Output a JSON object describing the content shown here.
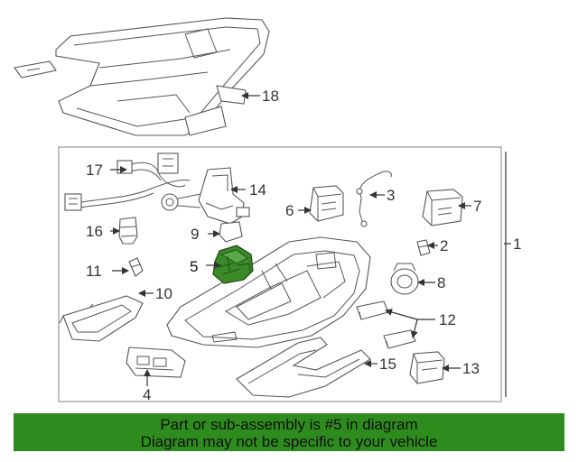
{
  "diagram": {
    "highlight_color": "#3a8a2a",
    "labels": {
      "p1": "1",
      "p2": "2",
      "p3": "3",
      "p4": "4",
      "p5": "5",
      "p6": "6",
      "p7": "7",
      "p8": "8",
      "p9": "9",
      "p10": "10",
      "p11": "11",
      "p12": "12",
      "p13": "13",
      "p14": "14",
      "p15": "15",
      "p16": "16",
      "p17": "17",
      "p18": "18"
    }
  },
  "banner": {
    "line1": "Part or sub-assembly is #5 in diagram",
    "line2": "Diagram may not be specific to your vehicle",
    "background": "#2e8b1e"
  }
}
